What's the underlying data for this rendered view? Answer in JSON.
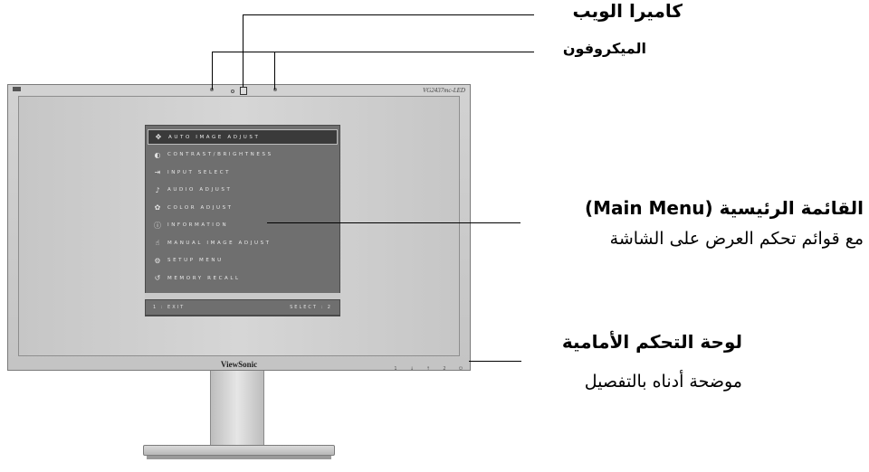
{
  "callouts": {
    "webcam": "كاميرا الويب",
    "microphone": "الميكروفون",
    "main_menu_title": "القائمة الرئيسية (Main Menu)",
    "main_menu_desc": "مع قوائم تحكم العرض على الشاشة",
    "front_panel_title": "لوحة التحكم الأمامية",
    "front_panel_desc": "موضحة أدناه بالتفصيل"
  },
  "monitor": {
    "model": "VG2437mc-LED",
    "brand": "ViewSonic",
    "front_buttons": [
      "1",
      "↓",
      "↑",
      "2",
      "⏻"
    ]
  },
  "osd": {
    "items": [
      {
        "icon": "auto-adjust-icon",
        "glyph": "✥",
        "label": "AUTO IMAGE ADJUST",
        "selected": true
      },
      {
        "icon": "contrast-brightness-icon",
        "glyph": "◐",
        "label": "CONTRAST/BRIGHTNESS",
        "selected": false
      },
      {
        "icon": "input-select-icon",
        "glyph": "⇥",
        "label": "INPUT SELECT",
        "selected": false
      },
      {
        "icon": "audio-adjust-icon",
        "glyph": "♪",
        "label": "AUDIO ADJUST",
        "selected": false
      },
      {
        "icon": "color-adjust-icon",
        "glyph": "✿",
        "label": "COLOR ADJUST",
        "selected": false
      },
      {
        "icon": "information-icon",
        "glyph": "ⓘ",
        "label": "INFORMATION",
        "selected": false
      },
      {
        "icon": "manual-image-adjust-icon",
        "glyph": "☝",
        "label": "MANUAL IMAGE ADJUST",
        "selected": false
      },
      {
        "icon": "setup-menu-icon",
        "glyph": "⚙",
        "label": "SETUP MENU",
        "selected": false
      },
      {
        "icon": "memory-recall-icon",
        "glyph": "↺",
        "label": "MEMORY RECALL",
        "selected": false
      }
    ],
    "footer_left": "1 : EXIT",
    "footer_right": "SELECT : 2"
  }
}
